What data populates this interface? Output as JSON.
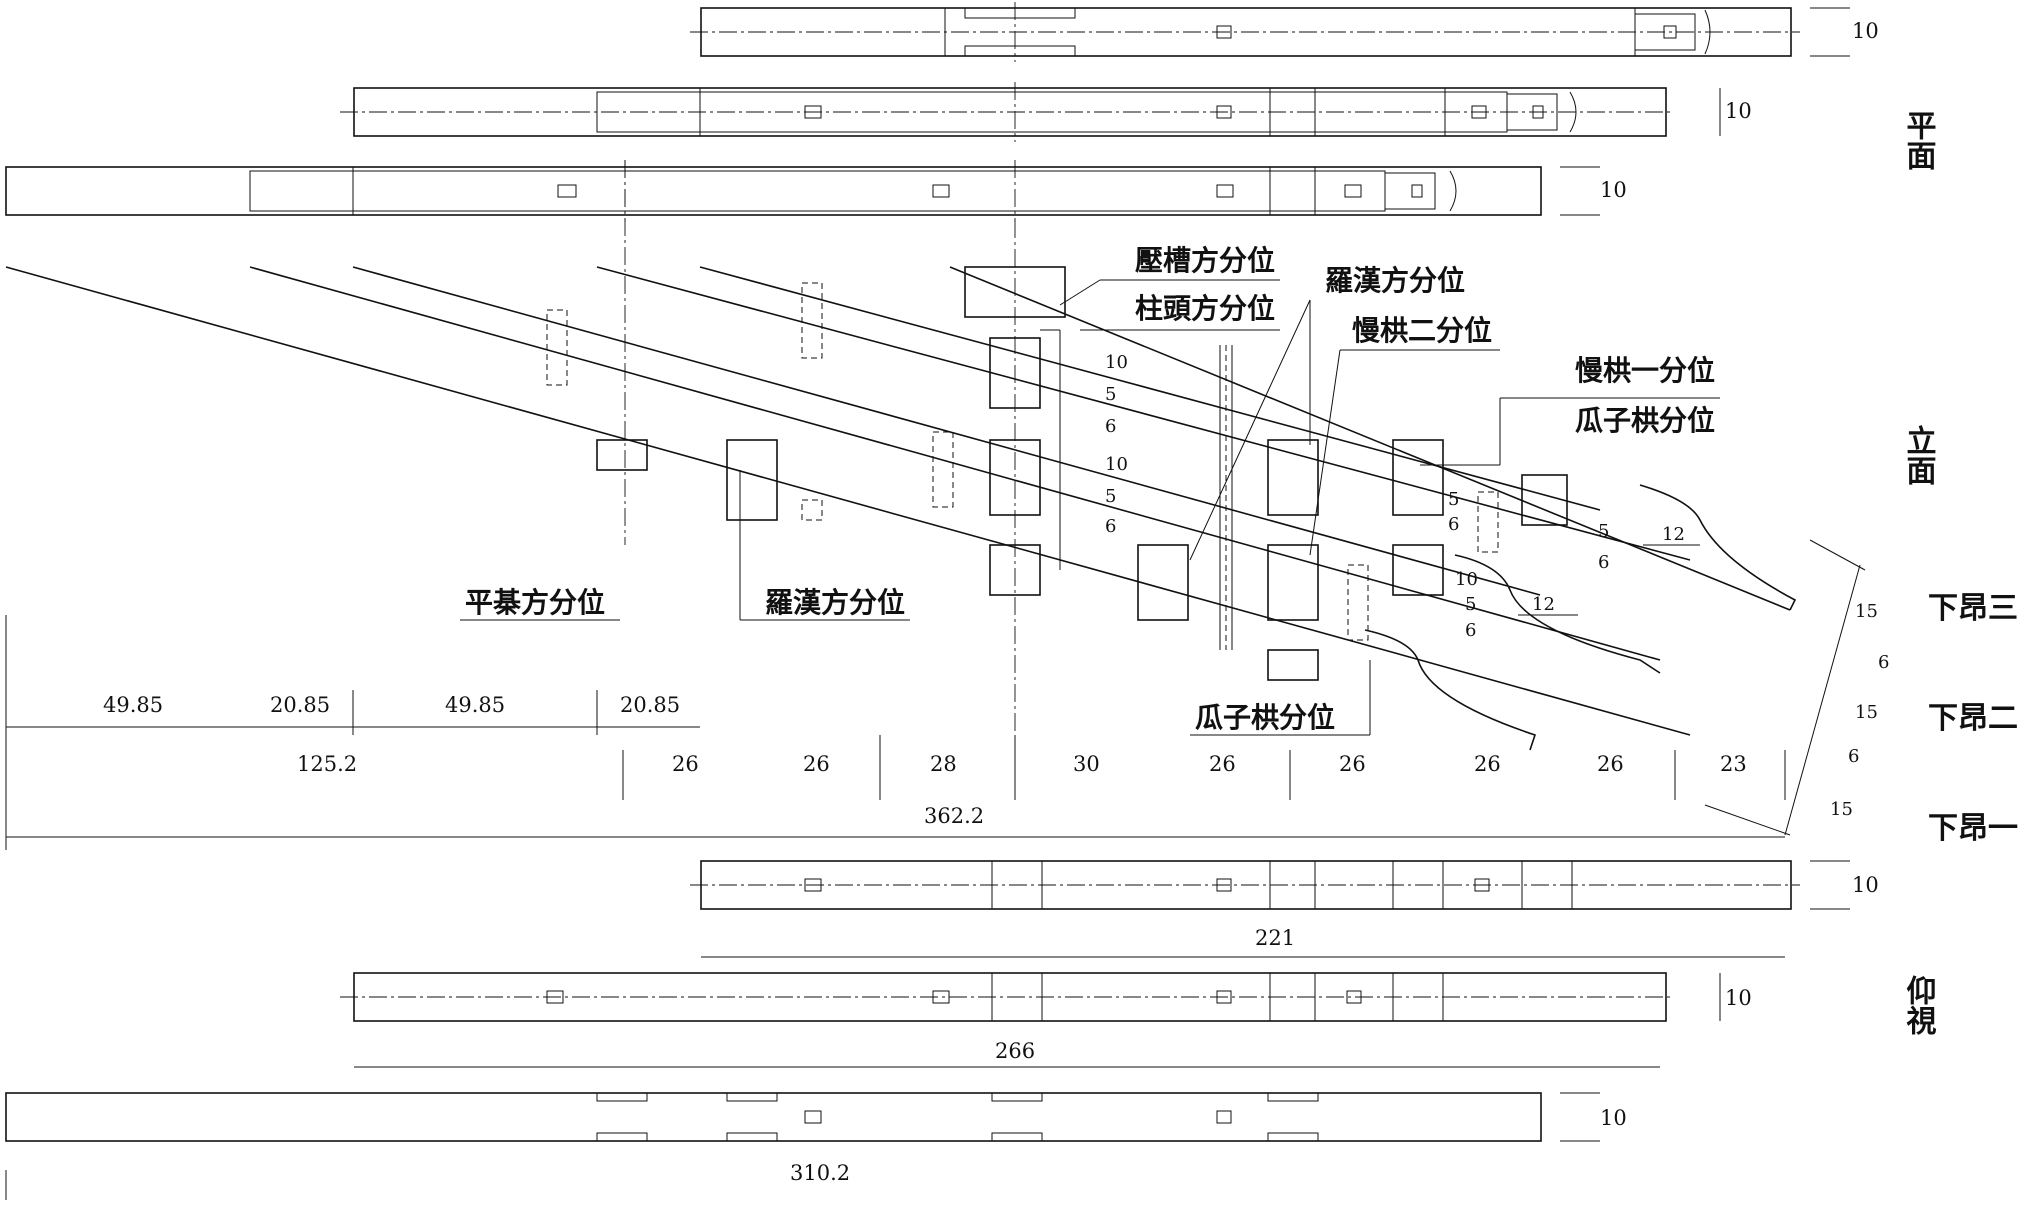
{
  "side_labels": {
    "plan": "平面",
    "elevation": "立面",
    "bottom_view": "仰視",
    "ang3": "下昂三",
    "ang2": "下昂二",
    "ang1": "下昂一"
  },
  "position_labels": {
    "yacaofang": "壓槽方分位",
    "zhutoufang": "柱頭方分位",
    "luohanfang_1": "羅漢方分位",
    "mangong2": "慢栱二分位",
    "mangong1": "慢栱一分位",
    "guazigong_1": "瓜子栱分位",
    "pingqifang": "平棊方分位",
    "luohanfang_2": "羅漢方分位",
    "guazigong_2": "瓜子栱分位"
  },
  "top_dims": [
    "49.85",
    "20.85",
    "49.85",
    "20.85"
  ],
  "bottom_dims": [
    "125.2",
    "26",
    "26",
    "28",
    "30",
    "26",
    "26",
    "26",
    "26",
    "23"
  ],
  "total_dim": "362.2",
  "width_10": "10",
  "plan_width_labels": [
    "10",
    "10",
    "10"
  ],
  "bottom_width_labels": [
    "10",
    "10",
    "10"
  ],
  "bottom_lengths": [
    "221",
    "266",
    "310.2"
  ],
  "stack_left": [
    "10",
    "5",
    "6",
    "10",
    "5",
    "6"
  ],
  "stack_mid": [
    "5",
    "6"
  ],
  "stack_right": [
    "10",
    "5",
    "6"
  ],
  "stack_tip": [
    "5",
    "6"
  ],
  "tip_12": [
    "12",
    "12"
  ],
  "slope_dims": [
    "15",
    "6",
    "15",
    "6",
    "15"
  ]
}
